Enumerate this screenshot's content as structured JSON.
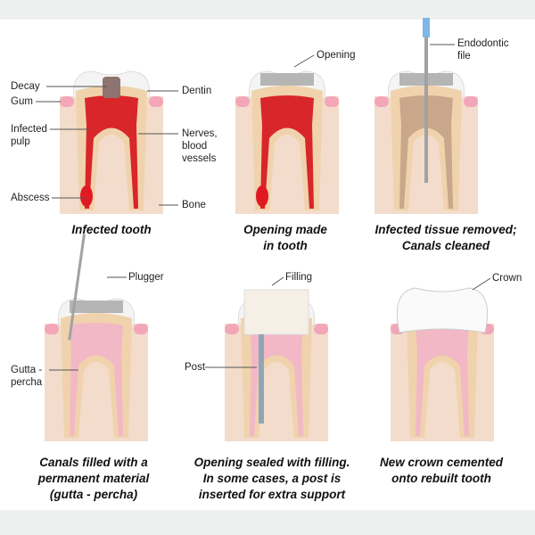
{
  "panels": [
    {
      "caption": [
        "Infected tooth"
      ],
      "labels": {
        "decay": "Decay",
        "gum": "Gum",
        "infected_pulp": [
          "Infected",
          "pulp"
        ],
        "abscess": "Abscess",
        "dentin": "Dentin",
        "nerves": [
          "Nerves,",
          "blood",
          "vessels"
        ],
        "bone": "Bone"
      }
    },
    {
      "caption": [
        "Opening made",
        "in tooth"
      ],
      "labels": {
        "opening": "Opening"
      }
    },
    {
      "caption": [
        "Infected tissue removed;",
        "Canals cleaned"
      ],
      "labels": {
        "file": [
          "Endodontic",
          "file"
        ]
      }
    },
    {
      "caption": [
        "Canals filled with a",
        "permanent material",
        "(gutta - percha)"
      ],
      "labels": {
        "plugger": "Plugger",
        "gutta": [
          "Gutta -",
          "percha"
        ]
      }
    },
    {
      "caption": [
        "Opening sealed with filling.",
        "In some cases, a post is",
        "inserted for extra support"
      ],
      "labels": {
        "filling": "Filling",
        "post": "Post"
      }
    },
    {
      "caption": [
        "New crown cemented",
        "onto rebuilt tooth"
      ],
      "labels": {
        "crown": "Crown"
      }
    }
  ],
  "colors": {
    "bone": "#f3dccb",
    "gum": "#f2a6b8",
    "enamel": "#f4f4f4",
    "dentin": "#f0d2ac",
    "pulp_infected": "#d8262a",
    "pulp_clean": "#c9a78a",
    "gutta": "#f2b8c6",
    "filling": "#f6efe6",
    "metal": "#9fa3a6"
  }
}
